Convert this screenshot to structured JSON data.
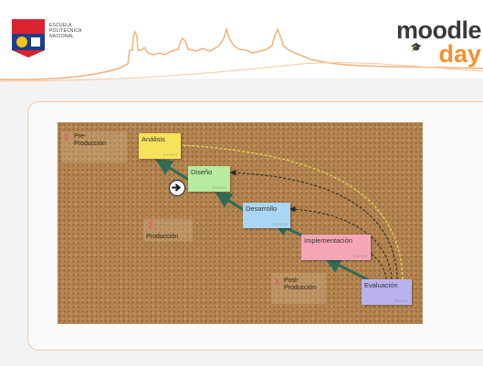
{
  "header": {
    "institution": [
      "ESCUELA",
      "POLITÉCNICA",
      "NACIONAL"
    ],
    "brand_top": "moodle",
    "brand_bottom": "day",
    "colors": {
      "brand_orange": "#f5912a",
      "brand_dark": "#3a3a3a"
    }
  },
  "diagram": {
    "phases": [
      {
        "number": "1",
        "label": "Pre-\nProducción"
      },
      {
        "number": "2",
        "label": "Producción"
      },
      {
        "number": "3",
        "label": "Post-\nProducción"
      }
    ],
    "stages": [
      {
        "label": "Análisis",
        "color": "#f7e25c",
        "dots": "○○○○○"
      },
      {
        "label": "Diseño",
        "color": "#b7eb9f",
        "dots": "○○○○○"
      },
      {
        "label": "Desarrollo",
        "color": "#a9d6f5",
        "dots": "○○○○○"
      },
      {
        "label": "Implementación",
        "color": "#f4a6b8",
        "dots": "○○○○○"
      },
      {
        "label": "Evaluación",
        "color": "#b9b2ef",
        "dots": "○○○○○"
      }
    ],
    "cursor_icon": "arrow-right-circle-icon"
  }
}
